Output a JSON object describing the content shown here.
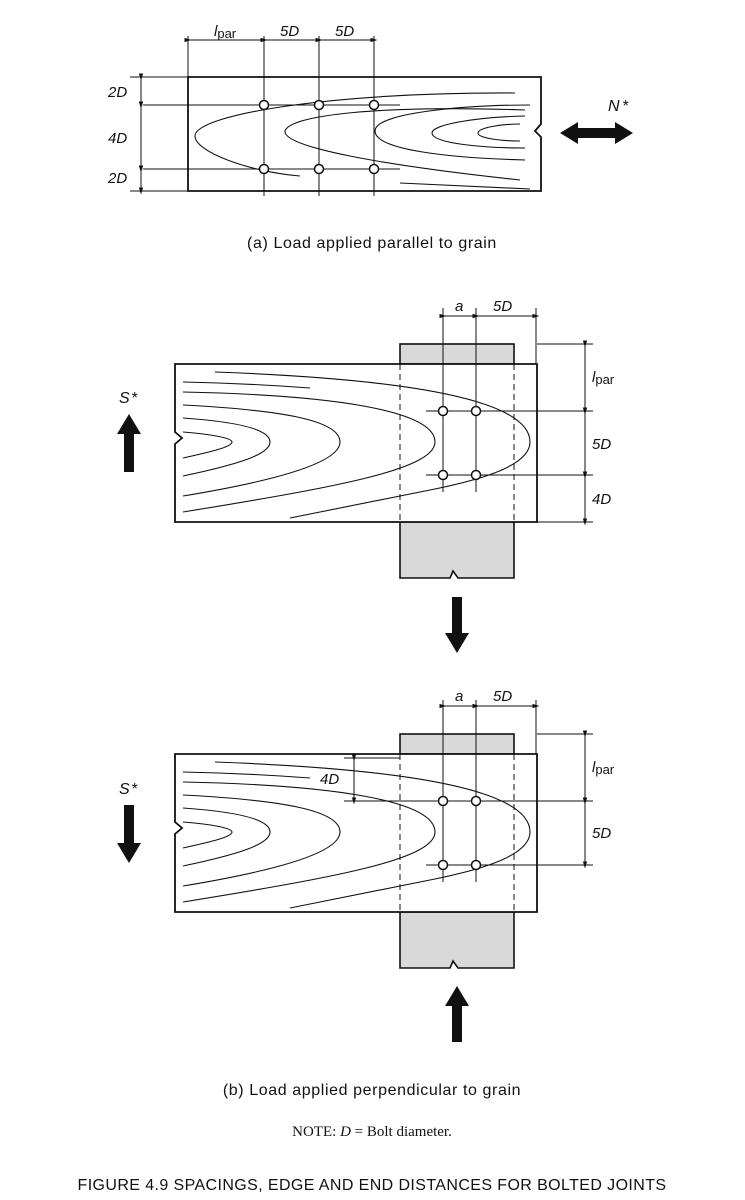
{
  "diagram_a": {
    "dim_lpar_main": "l",
    "dim_lpar_sub": "par",
    "dim_5d_1": "5D",
    "dim_5d_2": "5D",
    "edge_top": "2D",
    "edge_mid": "4D",
    "edge_bottom": "2D",
    "load_main": "N",
    "load_star": "*",
    "caption": "(a)  Load applied parallel to grain"
  },
  "diagram_b1": {
    "dim_a": "a",
    "dim_5d_top": "5D",
    "dim_lpar_main": "l",
    "dim_lpar_sub": "par",
    "dim_5d_right": "5D",
    "dim_4d_right": "4D",
    "load_main": "S",
    "load_star": "*"
  },
  "diagram_b2": {
    "dim_a": "a",
    "dim_5d_top": "5D",
    "dim_lpar_main": "l",
    "dim_lpar_sub": "par",
    "dim_5d_right": "5D",
    "dim_4d_left": "4D",
    "load_main": "S",
    "load_star": "*",
    "caption": "(b)  Load applied perpendicular to grain"
  },
  "note": {
    "prefix": "NOTE: ",
    "symbol": "D",
    "rest": " = Bolt diameter."
  },
  "figure_title": "FIGURE  4.9   SPACINGS, EDGE AND END DISTANCES FOR BOLTED JOINTS"
}
